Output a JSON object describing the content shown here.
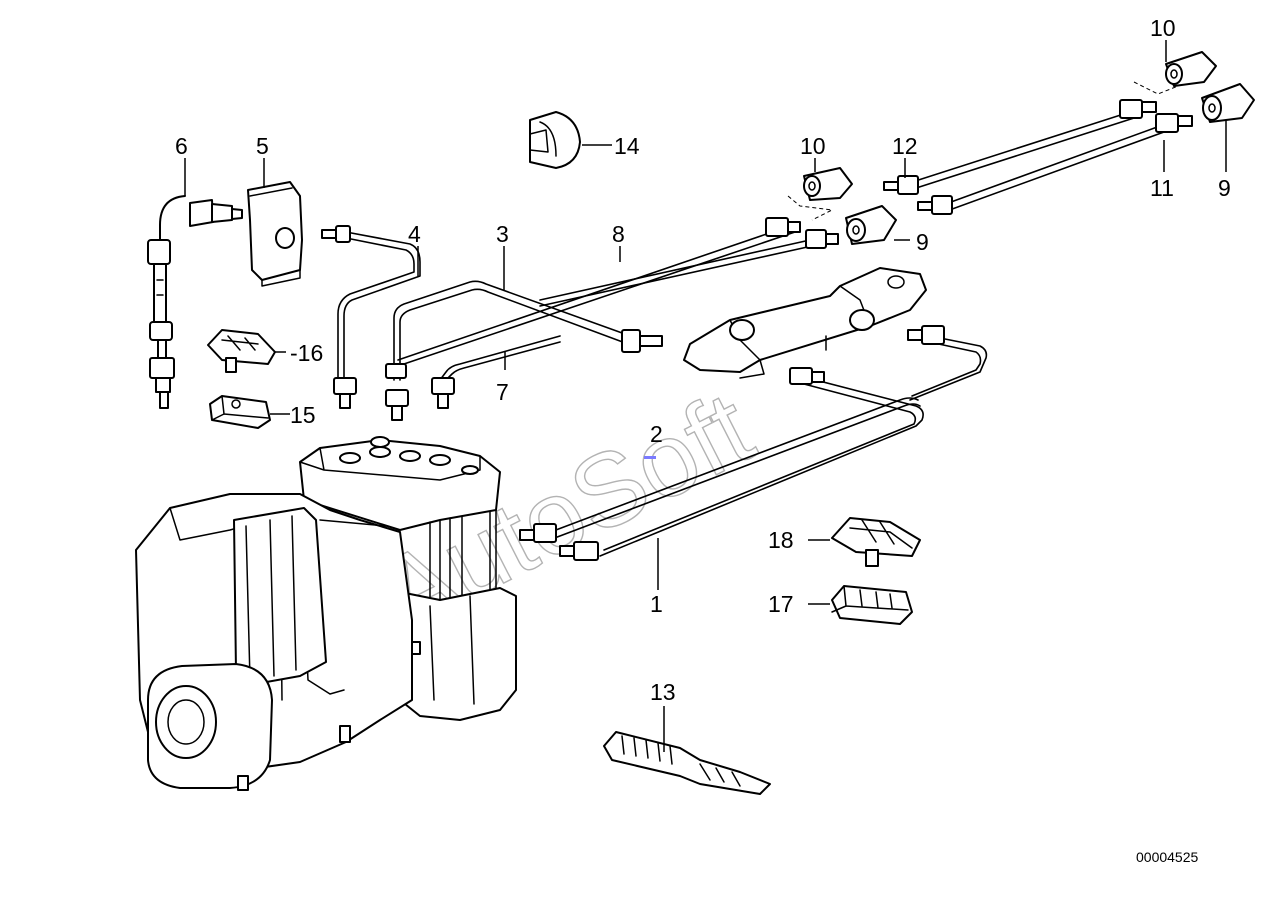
{
  "diagram": {
    "callouts": [
      {
        "id": "c1",
        "label": "1"
      },
      {
        "id": "c2",
        "label": "2"
      },
      {
        "id": "c3",
        "label": "3"
      },
      {
        "id": "c4",
        "label": "4"
      },
      {
        "id": "c5",
        "label": "5"
      },
      {
        "id": "c6",
        "label": "6"
      },
      {
        "id": "c7",
        "label": "7"
      },
      {
        "id": "c8",
        "label": "8"
      },
      {
        "id": "c9a",
        "label": "9"
      },
      {
        "id": "c9b",
        "label": "9"
      },
      {
        "id": "c10a",
        "label": "10"
      },
      {
        "id": "c10b",
        "label": "10"
      },
      {
        "id": "c11",
        "label": "11"
      },
      {
        "id": "c12",
        "label": "12"
      },
      {
        "id": "c13",
        "label": "13"
      },
      {
        "id": "c14",
        "label": "14"
      },
      {
        "id": "c15",
        "label": "15"
      },
      {
        "id": "c16",
        "label": "16"
      },
      {
        "id": "c17",
        "label": "17"
      },
      {
        "id": "c18",
        "label": "18"
      }
    ],
    "watermark": "AutoSoft",
    "document_number": "00004525",
    "colors": {
      "line": "#000000",
      "background": "#ffffff",
      "watermark": "#b3b3b3",
      "marker": "#7a7aff"
    }
  }
}
